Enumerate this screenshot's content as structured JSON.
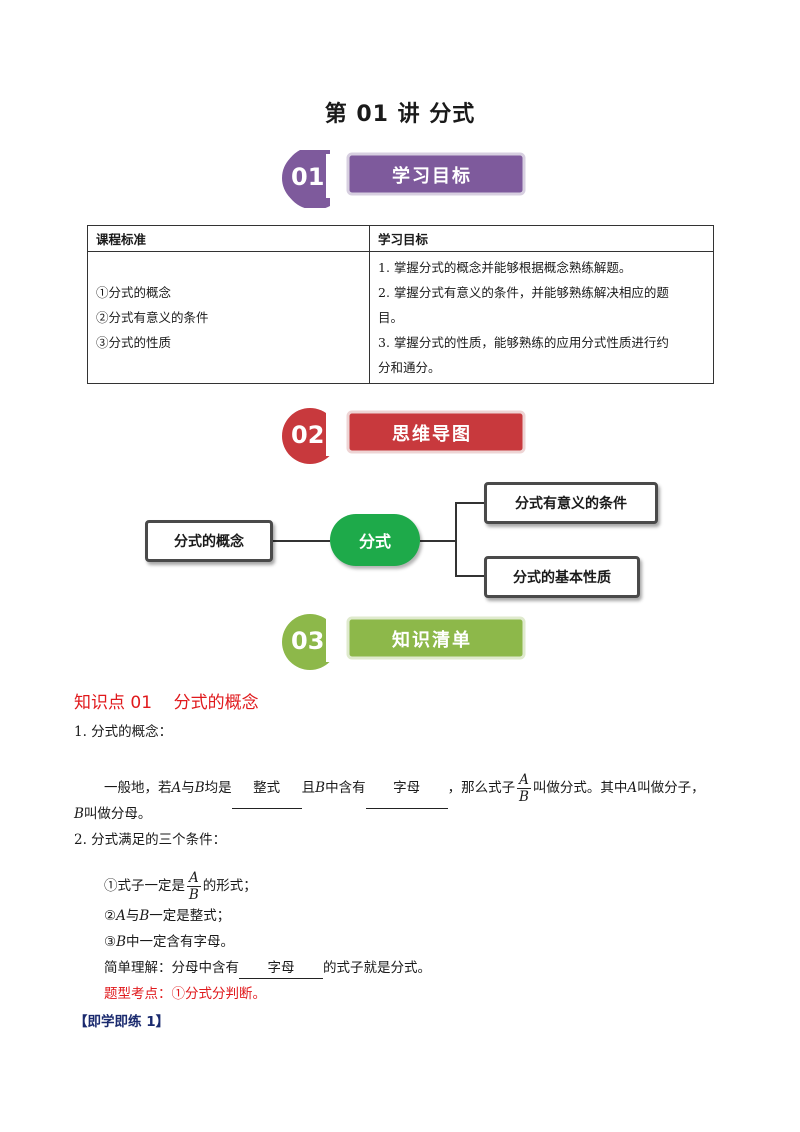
{
  "page_title": "第 01 讲  分式",
  "sections": [
    {
      "num": "01",
      "label": "学习目标",
      "banner_color": "#7e5a9c",
      "circle_color": "#7e5a9c"
    },
    {
      "num": "02",
      "label": "思维导图",
      "banner_color": "#c8393d",
      "circle_color": "#c8393d"
    },
    {
      "num": "03",
      "label": "知识清单",
      "banner_color": "#8db84a",
      "circle_color": "#8db84a"
    }
  ],
  "goals_table": {
    "headers": [
      "课程标准",
      "学习目标"
    ],
    "standards": [
      "①分式的概念",
      "②分式有意义的条件",
      "③分式的性质"
    ],
    "goals": [
      "1. 掌握分式的概念并能够根据概念熟练解题。",
      "2. 掌握分式有意义的条件，并能够熟练解决相应的题",
      "目。",
      "3. 掌握分式的性质，能够熟练的应用分式性质进行约",
      "分和通分。"
    ]
  },
  "mindmap": {
    "center": "分式",
    "left": "分式的概念",
    "right_top": "分式有意义的条件",
    "right_bottom": "分式的基本性质",
    "center_color": "#1eaa4a"
  },
  "knowledge": {
    "kp_title": "知识点 01    分式的概念",
    "item1_title": "1. 分式的概念：",
    "p1_a": "一般地，若",
    "A": "A",
    "p1_b": "与",
    "B": "B",
    "p1_c": "均是",
    "blank1": "整式",
    "p1_d": "且",
    "p1_e": "中含有",
    "blank2": "字母",
    "p1_f": "，那么式子",
    "p1_g": "叫做分式。其中",
    "p1_h": "叫做分子，",
    "p1_i": "叫做分母。",
    "item2_title": "2.  分式满足的三个条件：",
    "cond1_a": "①式子一定是",
    "cond1_b": "的形式；",
    "cond2_a": "②",
    "cond2_b": "一定是整式；",
    "cond3_a": "③",
    "cond3_b": "中一定含有字母。",
    "simple_a": "简单理解：分母中含有",
    "blank3": "字母",
    "simple_b": "的式子就是分式。",
    "exam_point": "题型考点：①分式分判断。",
    "practice": "【即学即练 1】"
  }
}
